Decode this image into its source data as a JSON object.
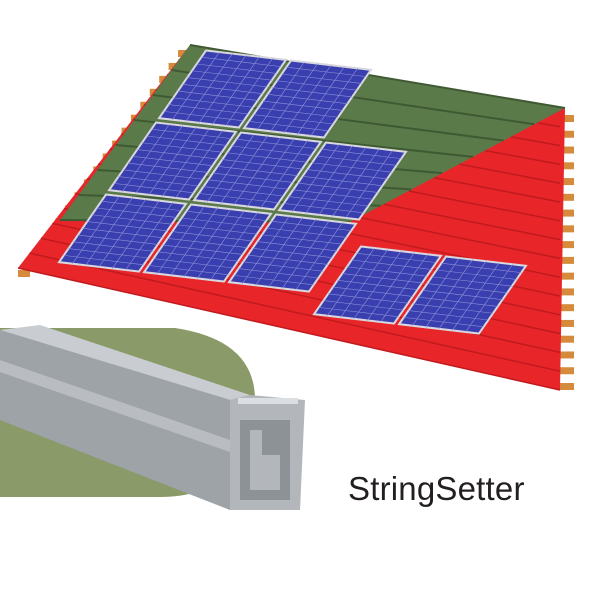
{
  "brand": {
    "name": "StringSetter"
  },
  "colors": {
    "roof_red": "#e8262a",
    "roof_green": "#5b7a4a",
    "panel_blue": "#3a3fb0",
    "panel_frame": "#d8d8de",
    "batten": "#d68a3c",
    "backdrop_green": "#8a9a68",
    "rail_gray": "#a9adb2"
  },
  "panel_rows": [
    {
      "cols": [
        0,
        1
      ]
    },
    {
      "cols": [
        0,
        1,
        2
      ]
    },
    {
      "cols": [
        0,
        1,
        2,
        3,
        4
      ]
    }
  ]
}
